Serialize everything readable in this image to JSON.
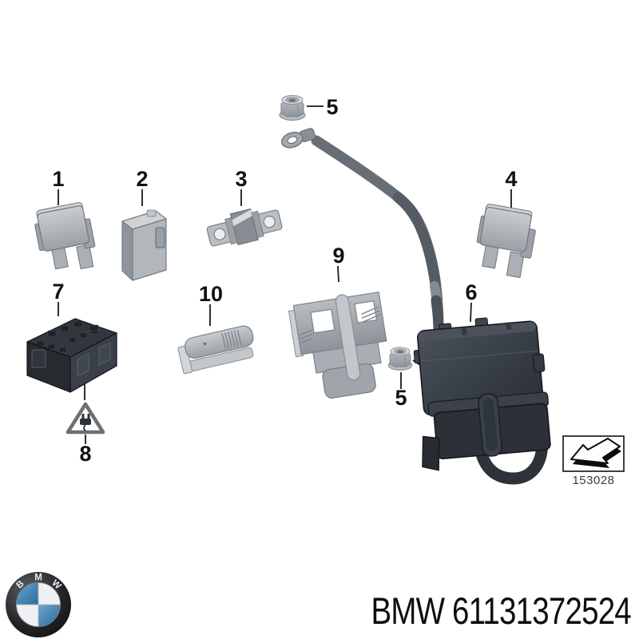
{
  "diagram": {
    "callouts": {
      "c1": "1",
      "c2": "2",
      "c3": "3",
      "c4": "4",
      "c5_top": "5",
      "c5_bottom": "5",
      "c6": "6",
      "c7": "7",
      "c8": "8",
      "c9": "9",
      "c10": "10"
    },
    "ref_code": "153028"
  },
  "footer": {
    "brand": "BMW",
    "part_number": "61131372524",
    "logo_letters": [
      "B",
      "M",
      "W"
    ]
  },
  "colors": {
    "background": "#ffffff",
    "part_gray": "#aab0b5",
    "part_dark": "#2e333a",
    "label_black": "#111111",
    "logo_blue": "#4f87b5"
  }
}
